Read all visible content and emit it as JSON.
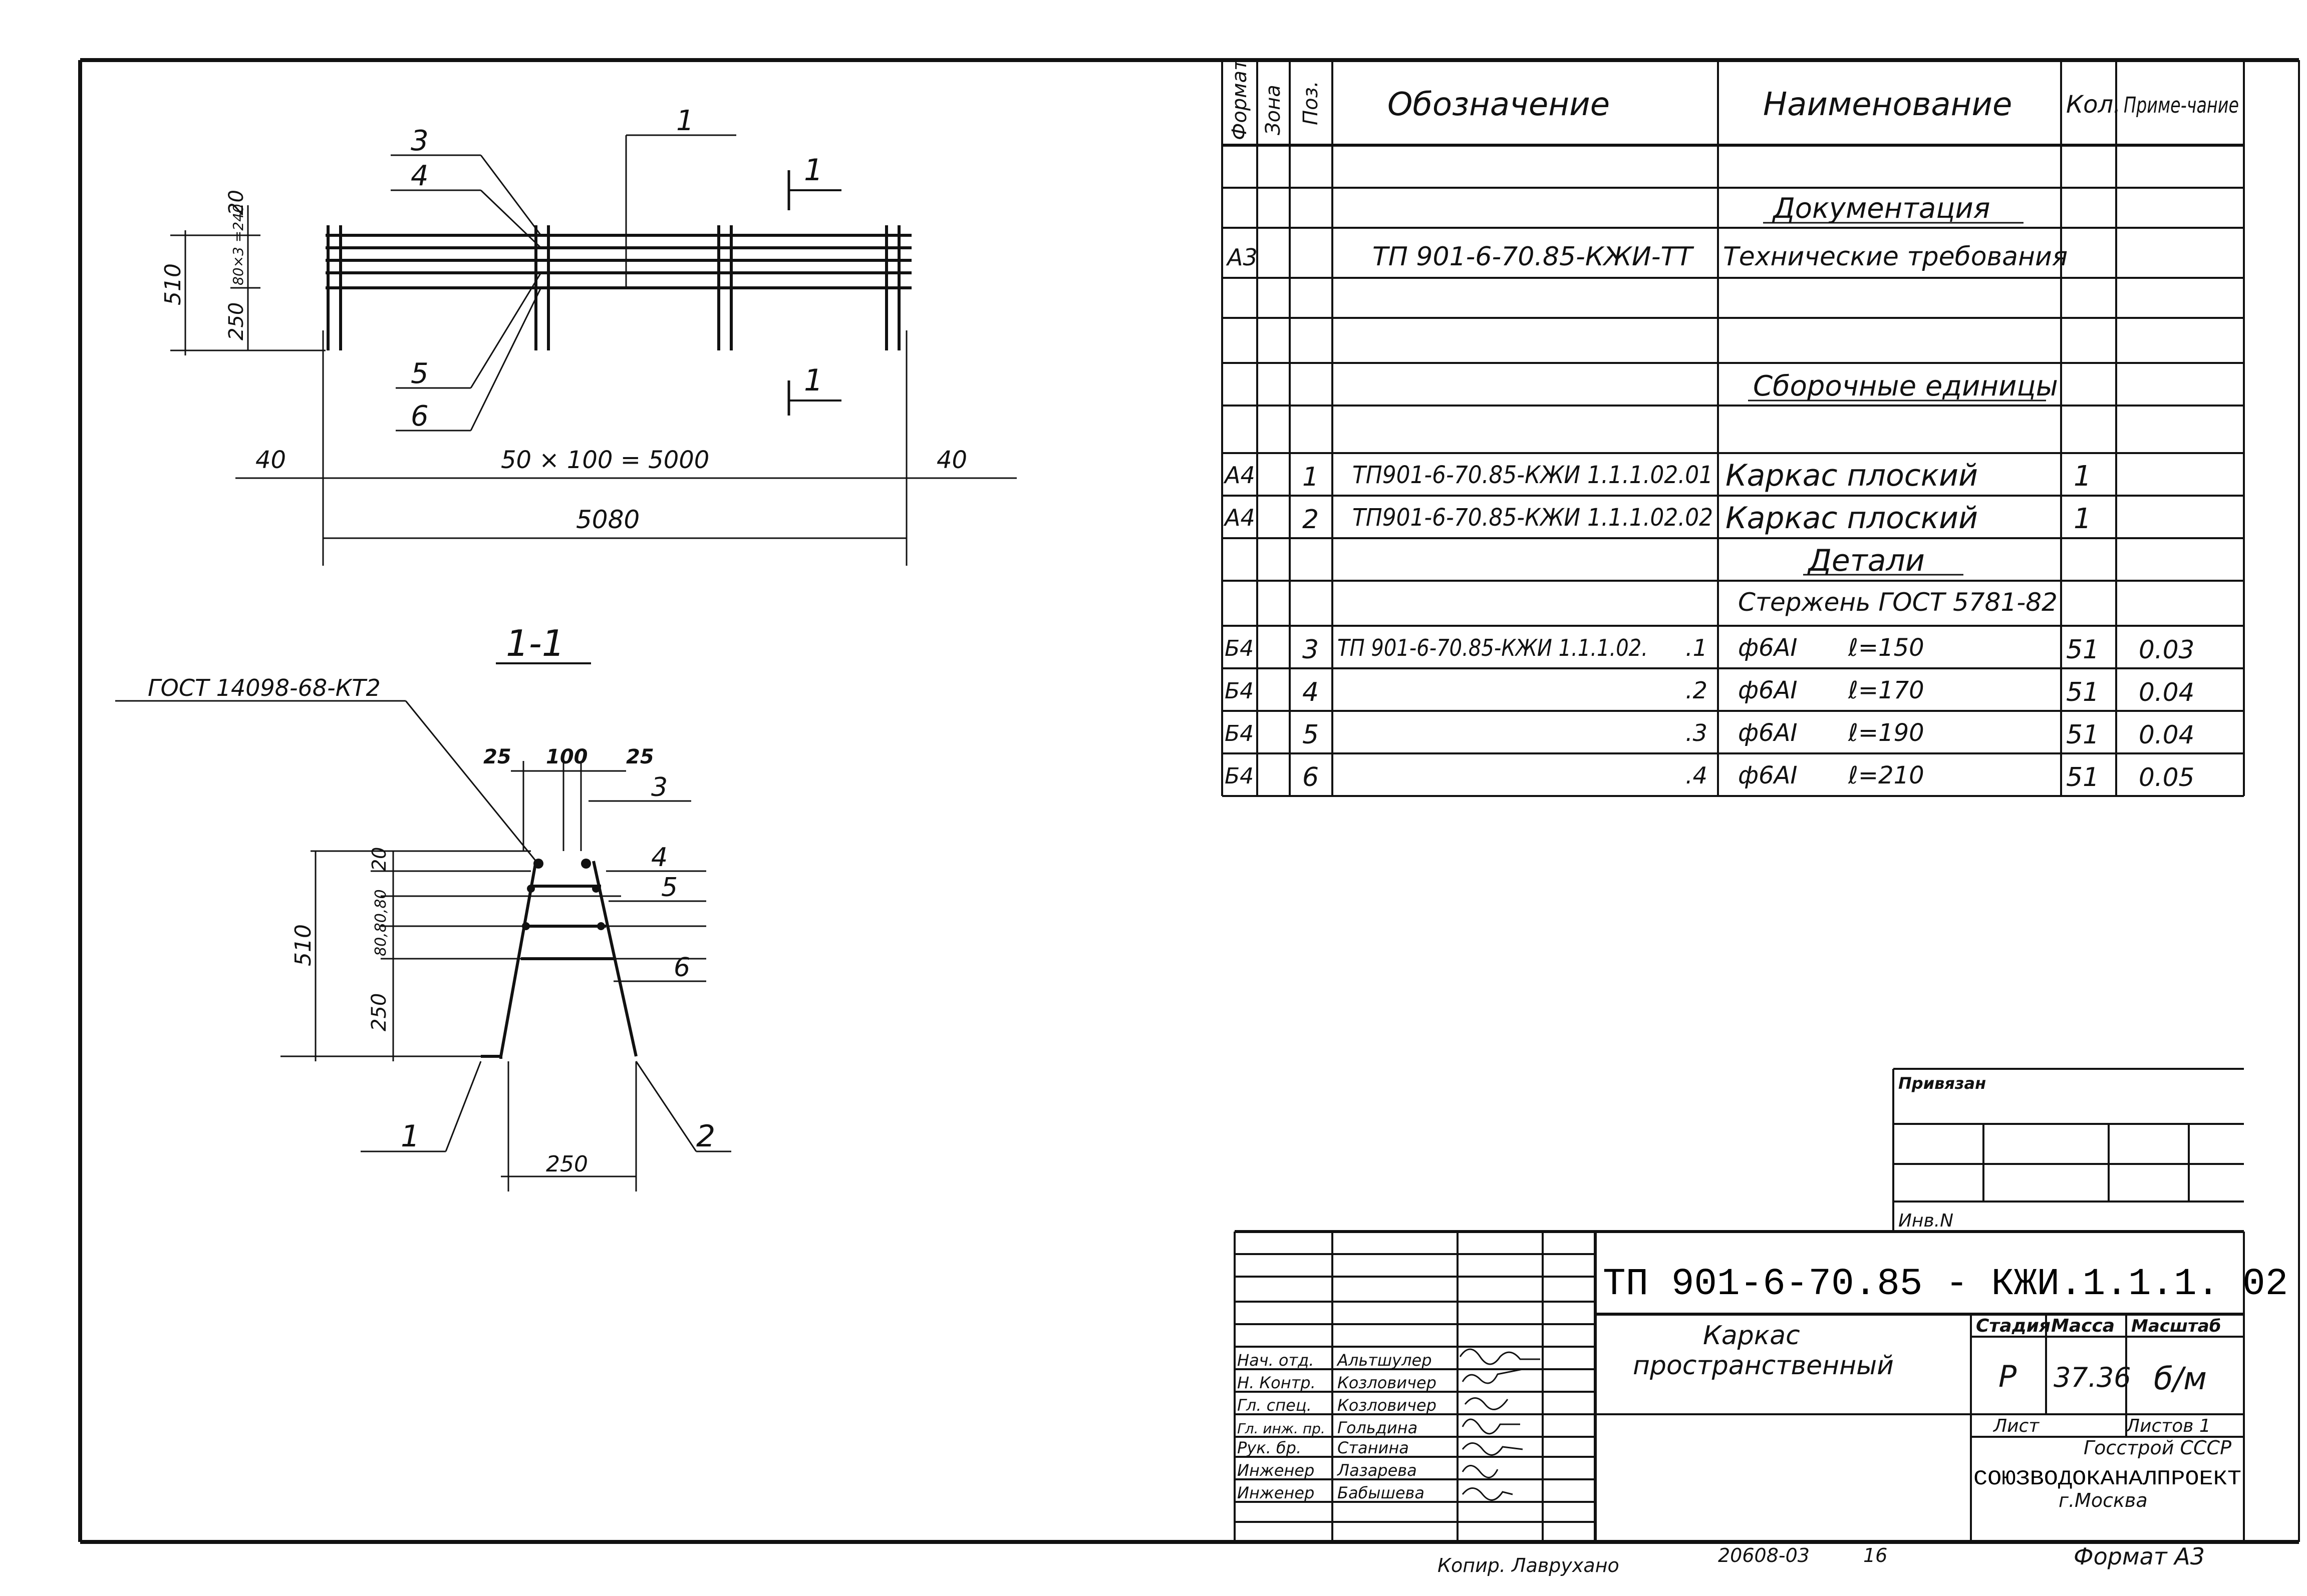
{
  "spec_table": {
    "headers": {
      "format": "Формат",
      "zone": "Зона",
      "pos": "Поз.",
      "designation": "Обозначение",
      "name": "Наименование",
      "qty": "Кол.",
      "note": "Приме-чание"
    },
    "section_documentation": "Документация",
    "section_assembly": "Сборочные единицы",
    "section_details": "Детали",
    "details_subheader": "Стержень ГОСТ 5781-82",
    "rows": [
      {
        "format": "А3",
        "pos": "",
        "designation": "ТП 901-6-70.85-КЖИ-ТТ",
        "name": "Технические требования",
        "qty": "",
        "note": ""
      },
      {
        "format": "А4",
        "pos": "1",
        "designation": "ТП901-6-70.85-КЖИ 1.1.1.02.01",
        "name": "Каркас плоский",
        "qty": "1",
        "note": ""
      },
      {
        "format": "А4",
        "pos": "2",
        "designation": "ТП901-6-70.85-КЖИ 1.1.1.02.02",
        "name": "Каркас плоский",
        "qty": "1",
        "note": ""
      },
      {
        "format": "Б4",
        "pos": "3",
        "designation": "ТП 901-6-70.85-КЖИ 1.1.1.02.",
        "suffix": ".1",
        "name": "ф6АI",
        "len": "ℓ=150",
        "qty": "51",
        "note": "0.03"
      },
      {
        "format": "Б4",
        "pos": "4",
        "designation": "",
        "suffix": ".2",
        "name": "ф6АI",
        "len": "ℓ=170",
        "qty": "51",
        "note": "0.04"
      },
      {
        "format": "Б4",
        "pos": "5",
        "designation": "",
        "suffix": ".3",
        "name": "ф6АI",
        "len": "ℓ=190",
        "qty": "51",
        "note": "0.04"
      },
      {
        "format": "Б4",
        "pos": "6",
        "designation": "",
        "suffix": ".4",
        "name": "ф6АI",
        "len": "ℓ=210",
        "qty": "51",
        "note": "0.05"
      }
    ]
  },
  "plan_view": {
    "pos_labels": [
      "1",
      "3",
      "4",
      "5",
      "6"
    ],
    "section_mark": "1",
    "dims": {
      "h_total": "510",
      "h_top": "20",
      "h_mid": "80×3 =240",
      "h_bottom": "250",
      "left": "40",
      "span": "50 × 100 = 5000",
      "right": "40",
      "total": "5080"
    }
  },
  "section_view": {
    "title": "1-1",
    "gost_label": "ГОСТ 14098-68-КТ2",
    "dims": {
      "top_left": "25",
      "top_mid": "100",
      "top_right": "25",
      "h_top": "20",
      "h_mid": "80,80,80",
      "h_total": "510",
      "h_bottom": "250",
      "base": "250"
    },
    "pos_labels": [
      "3",
      "4",
      "5",
      "6",
      "1",
      "2"
    ]
  },
  "tie_block": {
    "label": "Привязан",
    "inv": "Инв.N"
  },
  "title_block": {
    "code": "ТП 901-6-70.85 - КЖИ.1.1.1. 02",
    "name_line1": "Каркас",
    "name_line2": "пространственный",
    "stage_label": "Стадия",
    "mass_label": "Масса",
    "scale_label": "Масштаб",
    "stage": "Р",
    "mass": "37.36",
    "scale": "б/м",
    "sheet_label": "Лист",
    "sheets_label": "Листов 1",
    "org1": "Госстрой СССР",
    "org2": "СОЮЗВОДОКАНАЛПРОЕКТ",
    "city": "г.Москва",
    "signatures": [
      {
        "role": "Нач. отд.",
        "name": "Альтшулер"
      },
      {
        "role": "Н. Контр.",
        "name": "Козловичер"
      },
      {
        "role": "Гл. спец.",
        "name": "Козловичер"
      },
      {
        "role": "Гл. инж. пр.",
        "name": "Гольдина"
      },
      {
        "role": "Рук. бр.",
        "name": "Станина"
      },
      {
        "role": "Инженер",
        "name": "Лазарева"
      },
      {
        "role": "Инженер",
        "name": "Бабышева"
      }
    ]
  },
  "footer": {
    "copied": "Копир. Лаврухано",
    "number": "20608-03",
    "page": "16",
    "format": "Формат А3"
  }
}
